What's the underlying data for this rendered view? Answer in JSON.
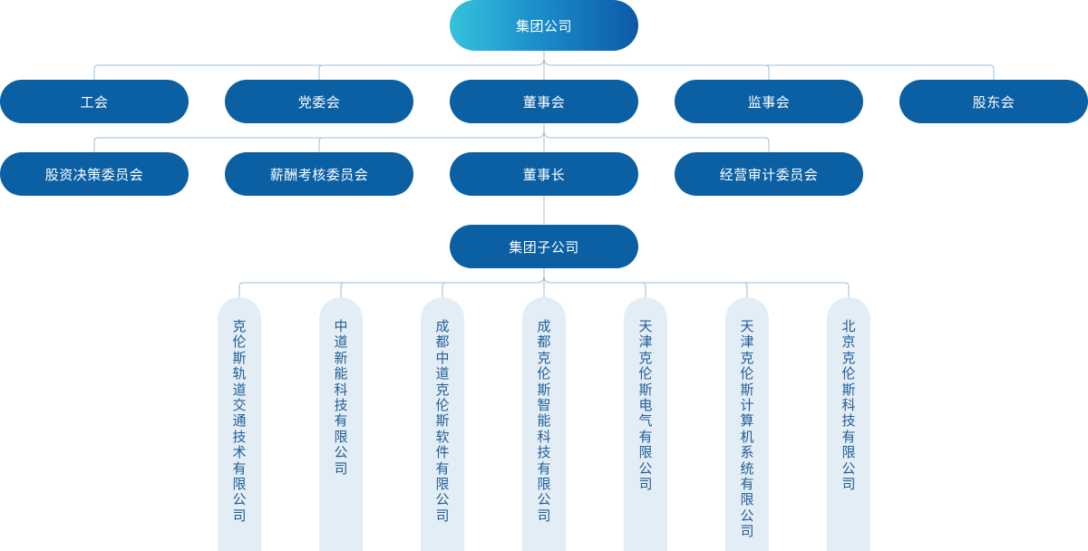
{
  "root": "集团公司",
  "row1": [
    "工会",
    "党委会",
    "董事会",
    "监事会",
    "股东会"
  ],
  "row2": [
    "股资决策委员会",
    "薪酬考核委员会",
    "董事长",
    "经营审计委员会"
  ],
  "subsidiary_hub": "集团子公司",
  "subsidiaries": [
    "克伦斯轨道交通技术有限公司",
    "中道新能科技有限公司",
    "成都中道克伦斯软件有限公司",
    "成都克伦斯智能科技有限公司",
    "天津克伦斯电气有限公司",
    "天津克伦斯计算机系统有限公司",
    "北京克伦斯科技有限公司"
  ],
  "colors": {
    "node": "#0b5fa3",
    "root_gradient_start": "#36c2dc",
    "root_gradient_end": "#0d59a8",
    "subsidiary_bg": "#e3edf6",
    "subsidiary_text": "#1f5d96",
    "connector": "#9dbcd8"
  }
}
